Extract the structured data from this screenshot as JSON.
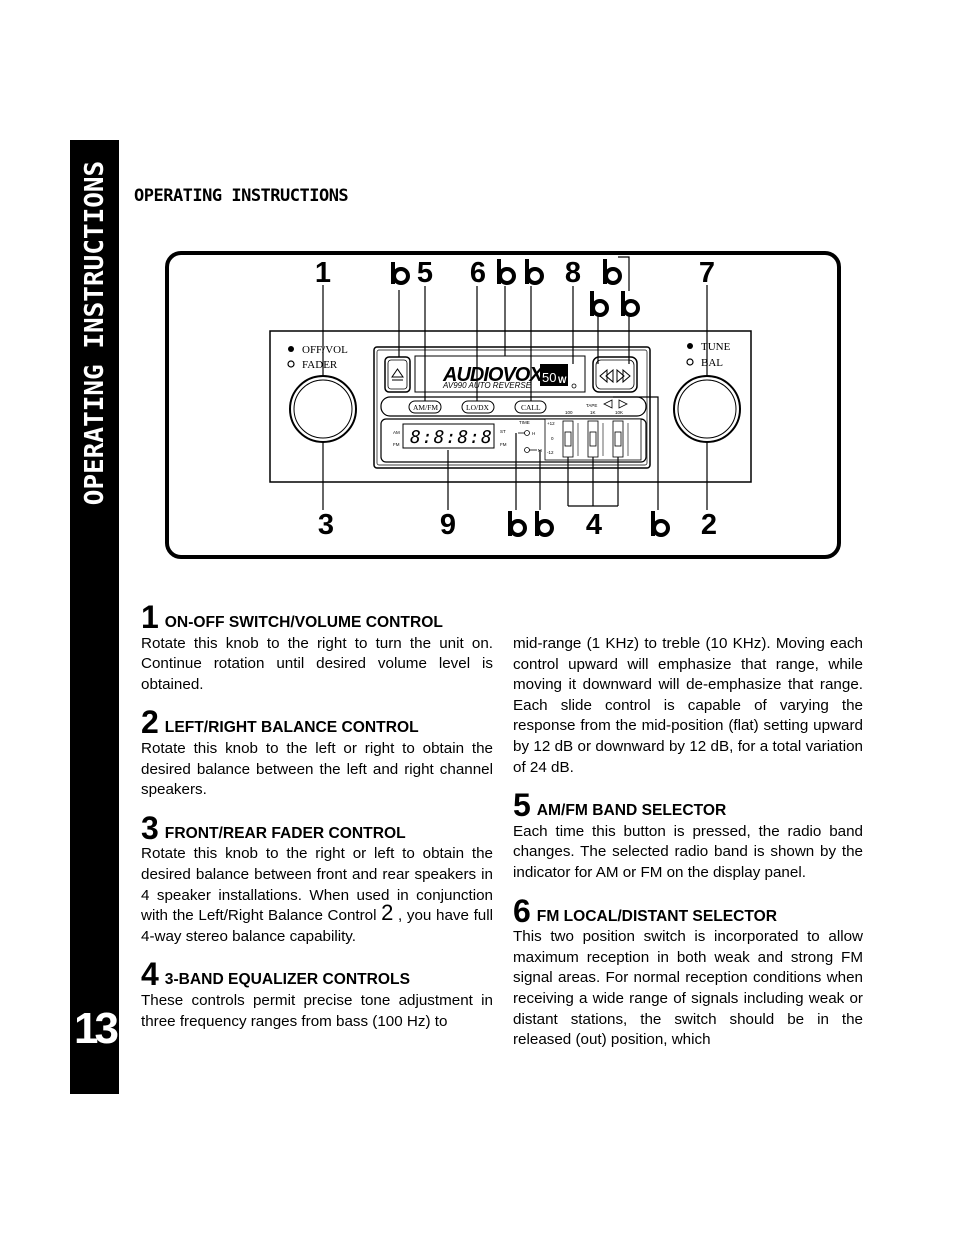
{
  "sidebar": {
    "title": "OPERATING INSTRUCTIONS",
    "page_number": "13"
  },
  "section_title": "OPERATING INSTRUCTIONS",
  "diagram": {
    "callouts_top": [
      "1",
      "5",
      "6",
      "8",
      "7"
    ],
    "callouts_bottom": [
      "3",
      "9",
      "4",
      "2"
    ],
    "panel_labels": {
      "off_vol": "OFF/VOL",
      "fader": "FADER",
      "tune": "TUNE",
      "bal": "BAL",
      "brand": "AUDIOVOX",
      "model": "AV990  AUTO  REVERSE",
      "watt": "50",
      "watt_unit": "W",
      "am_fm": "AM/FM",
      "lo_dx": "LO/DX",
      "call": "CALL",
      "display": "8:8:8:8",
      "am": "AM",
      "fm": "FM",
      "st": "ST",
      "fm2": "FM",
      "time": "TIME",
      "h": "H",
      "m": "M",
      "tape": "TAPE",
      "eq_100": "100",
      "eq_1k": "1K",
      "eq_10k": "10K",
      "eq_plus": "+12",
      "eq_zero": "0",
      "eq_minus": "-12"
    }
  },
  "items": [
    {
      "num": "1",
      "title": "ON-OFF SWITCH/VOLUME CONTROL",
      "body": "Rotate this knob to the right to turn the unit on. Continue rotation until desired volume level is obtained."
    },
    {
      "num": "2",
      "title": "LEFT/RIGHT BALANCE CONTROL",
      "body": "Rotate this knob to the left or right to obtain the desired balance between the left and right channel speakers."
    },
    {
      "num": "3",
      "title": "FRONT/REAR FADER CONTROL",
      "body_a": "Rotate this knob to the right or left to obtain the desired balance between front and rear speakers in 4 speaker installations.  When used in conjunction with the Left/Right Balance Control",
      "ref": "2",
      "body_b": ", you have full 4-way stereo balance capability."
    },
    {
      "num": "4",
      "title": "3-BAND EQUALIZER CONTROLS",
      "body": "These controls permit precise tone adjustment in three frequency ranges from bass (100 Hz) to"
    },
    {
      "continuation": "mid-range (1 KHz) to treble (10 KHz).  Moving each control upward will emphasize that range, while moving it downward will de-emphasize that range.  Each slide control is capable of varying the response from the mid-position (flat) setting upward by 12 dB or downward by 12 dB, for a total variation of 24 dB."
    },
    {
      "num": "5",
      "title": "AM/FM BAND SELECTOR",
      "body": "Each time this button is pressed, the radio band changes.  The selected radio band is shown by the indicator for AM or FM on the display panel."
    },
    {
      "num": "6",
      "title": "FM LOCAL/DISTANT SELECTOR",
      "body": "This two position switch is incorporated to allow maximum reception in both weak and strong FM signal areas.  For normal reception conditions when receiving a wide range of signals including weak or distant stations, the switch should be in the released (out) position, which"
    }
  ]
}
